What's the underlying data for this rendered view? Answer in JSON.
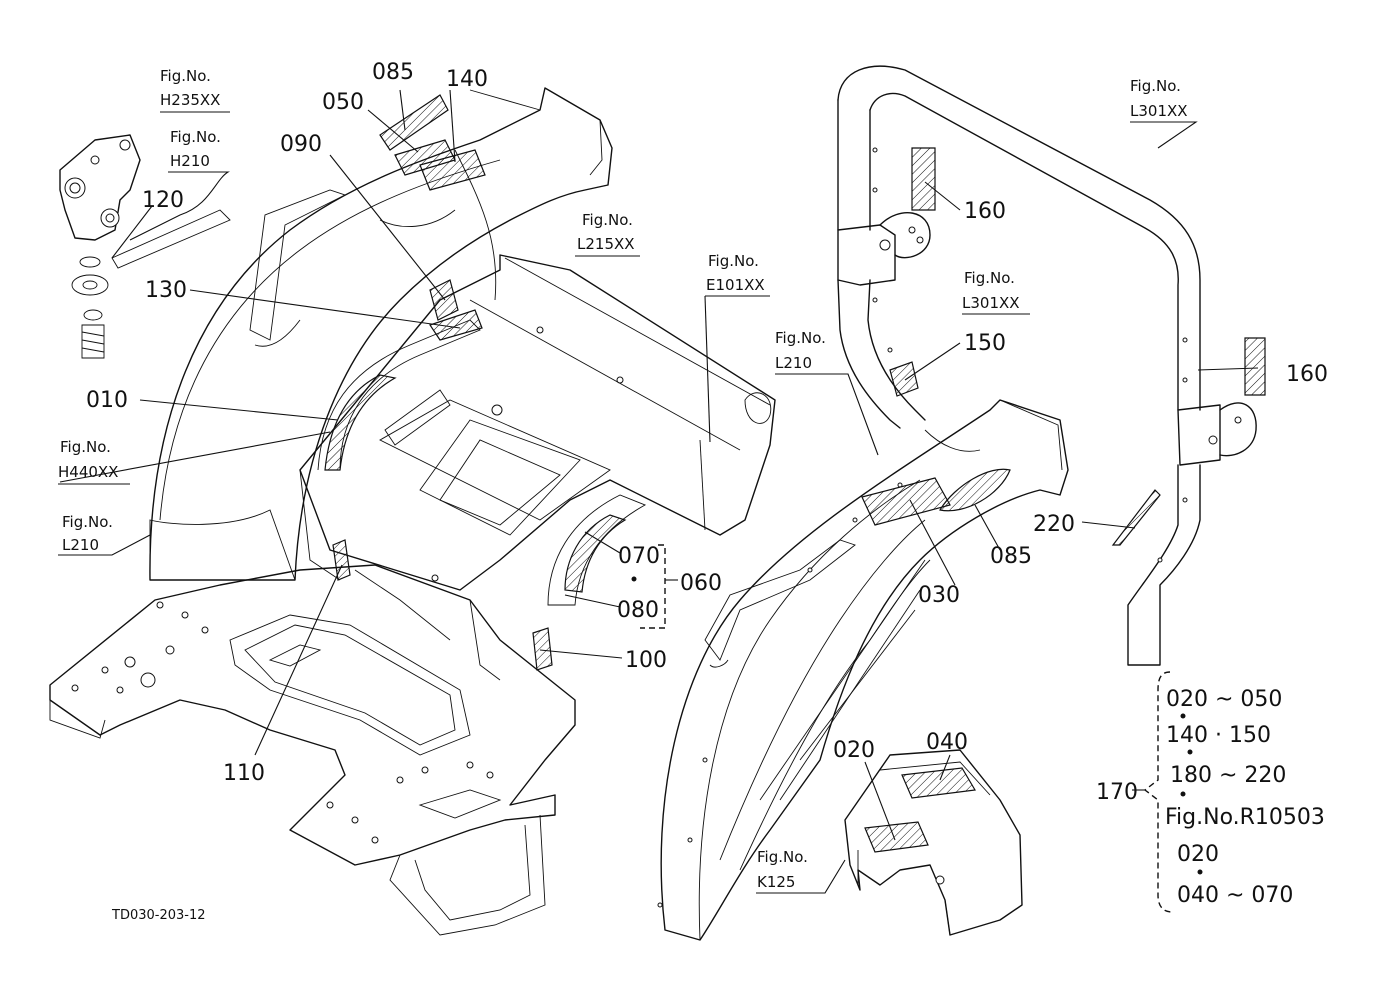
{
  "figure_code": "TD030-203-12",
  "callouts": {
    "c085a": "085",
    "c140": "140",
    "c050": "050",
    "c090": "090",
    "c120": "120",
    "c130": "130",
    "c010": "010",
    "c070": "070",
    "c080": "080",
    "c060": "060",
    "c100": "100",
    "c110": "110",
    "c160a": "160",
    "c160b": "160",
    "c150": "150",
    "c220": "220",
    "c030": "030",
    "c085b": "085",
    "c020": "020",
    "c040": "040",
    "c170": "170"
  },
  "fig_refs": {
    "h235": {
      "line1": "Fig.No.",
      "line2": "H235XX"
    },
    "h210": {
      "line1": "Fig.No.",
      "line2": "H210"
    },
    "l215": {
      "line1": "Fig.No.",
      "line2": "L215XX"
    },
    "e101": {
      "line1": "Fig.No.",
      "line2": "E101XX"
    },
    "h440": {
      "line1": "Fig.No.",
      "line2": "H440XX"
    },
    "l210a": {
      "line1": "Fig.No.",
      "line2": "L210"
    },
    "l301a": {
      "line1": "Fig.No.",
      "line2": "L301XX"
    },
    "l301b": {
      "line1": "Fig.No.",
      "line2": "L301XX"
    },
    "l210b": {
      "line1": "Fig.No.",
      "line2": "L210"
    },
    "k125": {
      "line1": "Fig.No.",
      "line2": "K125"
    }
  },
  "group_170": {
    "line1": "020 ~ 050",
    "line2": "140 · 150",
    "line3": "180 ~ 220",
    "line4": "Fig.No.R10503",
    "line5": "020",
    "line6": "040 ~ 070"
  }
}
